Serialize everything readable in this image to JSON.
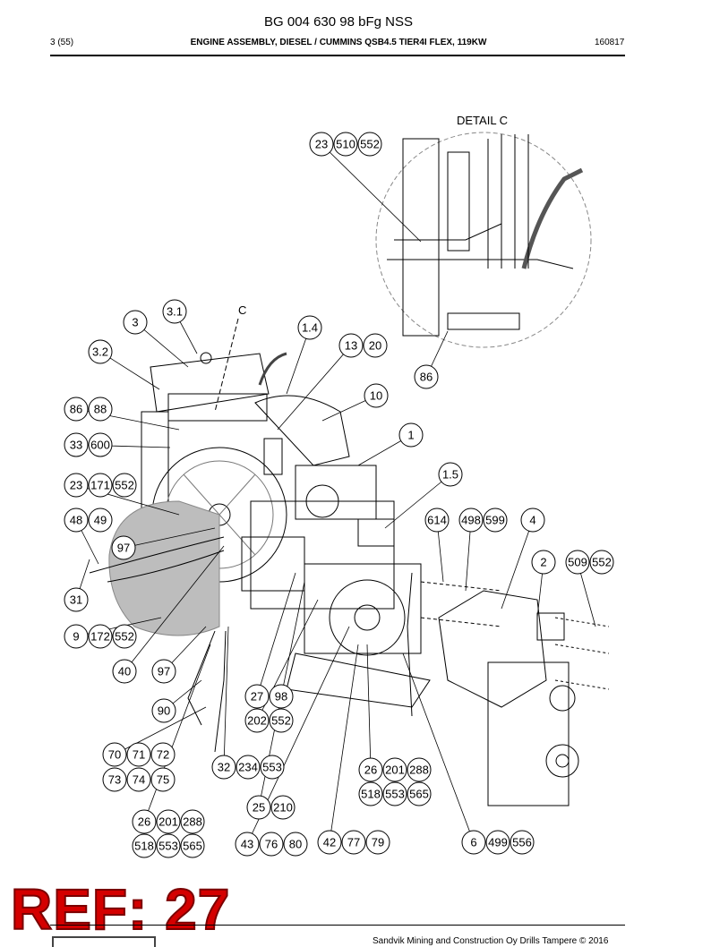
{
  "header": {
    "title": "BG 004 630 98 bFg NSS",
    "page": "3 (55)",
    "assembly": "ENGINE ASSEMBLY, DIESEL / CUMMINS QSB4.5 TIER4I FLEX, 119KW",
    "date": "160817"
  },
  "detail_label": "DETAIL C",
  "view_letter": "C",
  "callouts": [
    {
      "id": "c1",
      "labels": [
        "23",
        "510",
        "552"
      ]
    },
    {
      "id": "c2",
      "labels": [
        "86"
      ]
    },
    {
      "id": "c3",
      "labels": [
        "3.1"
      ]
    },
    {
      "id": "c4",
      "labels": [
        "3"
      ]
    },
    {
      "id": "c5",
      "labels": [
        "1.4"
      ]
    },
    {
      "id": "c6",
      "labels": [
        "13",
        "20"
      ]
    },
    {
      "id": "c7",
      "labels": [
        "3.2"
      ]
    },
    {
      "id": "c8",
      "labels": [
        "10"
      ]
    },
    {
      "id": "c9",
      "labels": [
        "86",
        "88"
      ]
    },
    {
      "id": "c10",
      "labels": [
        "1"
      ]
    },
    {
      "id": "c11",
      "labels": [
        "33",
        "600"
      ]
    },
    {
      "id": "c12",
      "labels": [
        "1.5"
      ]
    },
    {
      "id": "c13",
      "labels": [
        "23",
        "171",
        "552"
      ]
    },
    {
      "id": "c14",
      "labels": [
        "48",
        "49"
      ]
    },
    {
      "id": "c15",
      "labels": [
        "614"
      ]
    },
    {
      "id": "c16",
      "labels": [
        "498",
        "599"
      ]
    },
    {
      "id": "c17",
      "labels": [
        "4"
      ]
    },
    {
      "id": "c18",
      "labels": [
        "97"
      ]
    },
    {
      "id": "c19",
      "labels": [
        "2"
      ]
    },
    {
      "id": "c20",
      "labels": [
        "509",
        "552"
      ]
    },
    {
      "id": "c21",
      "labels": [
        "31"
      ]
    },
    {
      "id": "c22",
      "labels": [
        "9",
        "172",
        "552"
      ]
    },
    {
      "id": "c23",
      "labels": [
        "40"
      ]
    },
    {
      "id": "c24",
      "labels": [
        "97"
      ]
    },
    {
      "id": "c25",
      "labels": [
        "27",
        "98"
      ]
    },
    {
      "id": "c26",
      "labels": [
        "90"
      ]
    },
    {
      "id": "c27",
      "labels": [
        "202",
        "552"
      ]
    },
    {
      "id": "c28",
      "labels": [
        "70",
        "71",
        "72"
      ]
    },
    {
      "id": "c29",
      "labels": [
        "32",
        "234",
        "553"
      ]
    },
    {
      "id": "c30",
      "labels": [
        "26",
        "201",
        "288"
      ]
    },
    {
      "id": "c31",
      "labels": [
        "73",
        "74",
        "75"
      ]
    },
    {
      "id": "c32",
      "labels": [
        "518",
        "553",
        "565"
      ]
    },
    {
      "id": "c33",
      "labels": [
        "25",
        "210"
      ]
    },
    {
      "id": "c34",
      "labels": [
        "26",
        "201",
        "288"
      ]
    },
    {
      "id": "c35",
      "labels": [
        "518",
        "553",
        "565"
      ]
    },
    {
      "id": "c36",
      "labels": [
        "43",
        "76",
        "80"
      ]
    },
    {
      "id": "c37",
      "labels": [
        "42",
        "77",
        "79"
      ]
    },
    {
      "id": "c38",
      "labels": [
        "6",
        "499",
        "556"
      ]
    }
  ],
  "stamp": "REF: 27",
  "footer": "Sandvik Mining and Construction Oy Drills Tampere © 2016"
}
